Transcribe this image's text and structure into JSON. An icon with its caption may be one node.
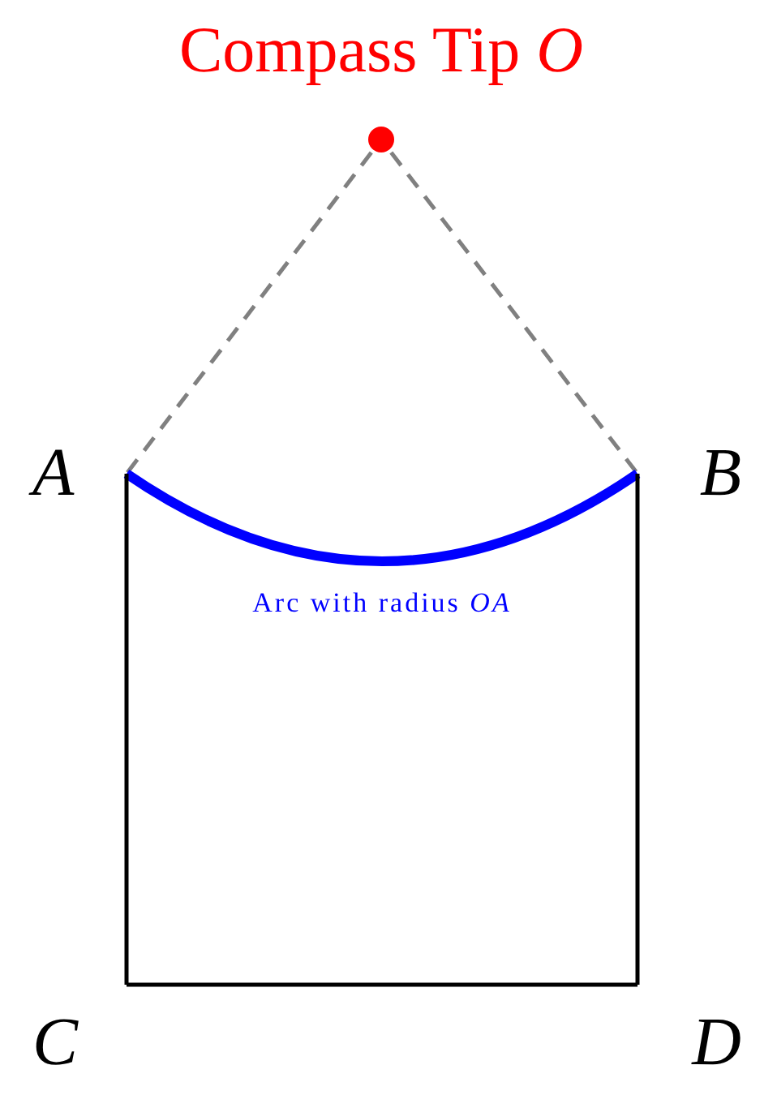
{
  "diagram": {
    "nodes": [
      {
        "text": [
          "Compass Tip *O*"
        ]
      },
      {
        "text": [
          "A"
        ]
      },
      {
        "text": [
          "B"
        ]
      },
      {
        "text": [
          "C"
        ]
      },
      {
        "text": [
          "D"
        ]
      }
    ],
    "edges": [
      {
        "from": 0,
        "to": 1,
        "arrow": "none",
        "style": "dashed",
        "color": "#808080"
      },
      {
        "from": 0,
        "to": 2,
        "arrow": "none",
        "style": "dashed",
        "color": "#808080"
      },
      {
        "from": 1,
        "to": 2,
        "arrow": "none",
        "label": "Arc with radius *OA*",
        "style": "thick",
        "color": "#0000ff"
      },
      {
        "from": 1,
        "to": 3,
        "arrow": "none"
      },
      {
        "from": 2,
        "to": 4,
        "arrow": "none"
      },
      {
        "from": 3,
        "to": 4,
        "arrow": "none"
      }
    ]
  }
}
